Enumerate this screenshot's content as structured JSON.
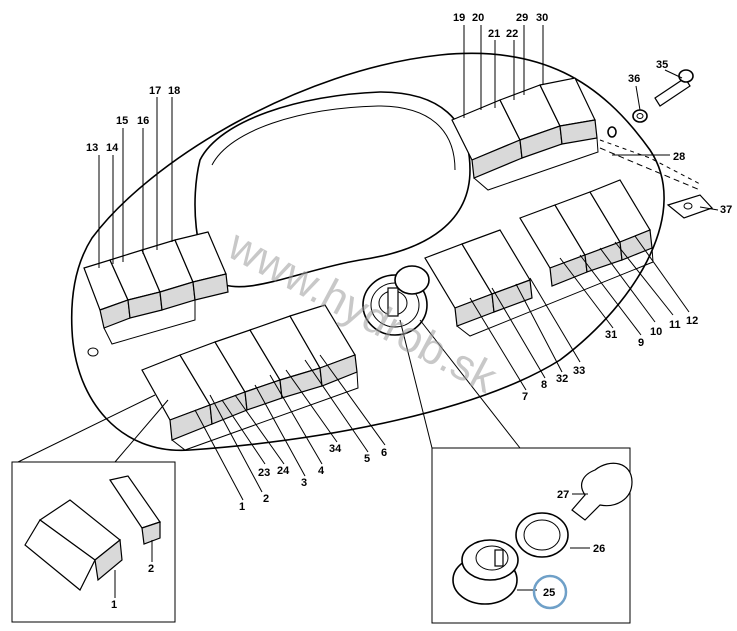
{
  "watermark": "www.hydrob.sk",
  "highlight_color": "#6fa0c8",
  "part_numbers": [
    "1",
    "2",
    "3",
    "4",
    "5",
    "6",
    "7",
    "8",
    "9",
    "10",
    "11",
    "12",
    "13",
    "14",
    "15",
    "16",
    "17",
    "18",
    "19",
    "20",
    "21",
    "22",
    "23",
    "24",
    "25",
    "26",
    "27",
    "28",
    "29",
    "30",
    "31",
    "32",
    "33",
    "34",
    "35",
    "36",
    "37"
  ],
  "inset_left_numbers": [
    "1",
    "2"
  ],
  "inset_right_numbers": [
    "25",
    "26",
    "27"
  ],
  "highlighted_part": "25"
}
